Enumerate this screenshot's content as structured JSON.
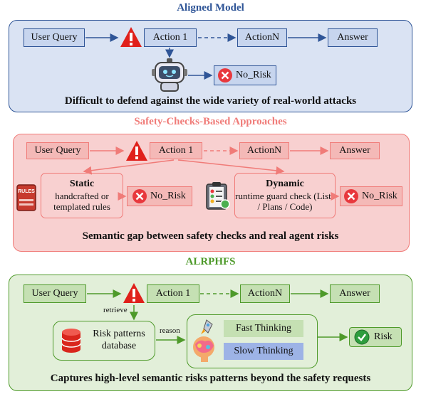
{
  "colors": {
    "blue": "#2f5597",
    "red": "#f07b78",
    "green": "#4e9a2a",
    "blue_fill": "#dae3f3",
    "red_fill": "#f8d0d0",
    "green_fill": "#e2efd9"
  },
  "aligned": {
    "title": "Aligned Model",
    "user_query": "User Query",
    "action1": "Action 1",
    "actionN": "ActionN",
    "answer": "Answer",
    "result": "No_Risk",
    "caption": "Difficult to defend against the wide variety of real-world attacks"
  },
  "safety": {
    "title": "Safety-Checks-Based Approaches",
    "user_query": "User Query",
    "action1": "Action 1",
    "actionN": "ActionN",
    "answer": "Answer",
    "static_title": "Static",
    "static_desc": "handcrafted or templated rules",
    "rules_label": "RULES",
    "static_result": "No_Risk",
    "dynamic_title": "Dynamic",
    "dynamic_desc": "runtime guard check (Lists / Plans / Code)",
    "dynamic_result": "No_Risk",
    "caption": "Semantic gap between safety checks and real agent risks"
  },
  "alrphfs": {
    "title": "ALRPHFS",
    "user_query": "User Query",
    "action1": "Action 1",
    "actionN": "ActionN",
    "answer": "Answer",
    "retrieve": "retrieve",
    "reason": "reason",
    "database": "Risk patterns database",
    "fast": "Fast Thinking",
    "slow": "Slow Thinking",
    "result": "Risk",
    "caption": "Captures high-level semantic risks patterns beyond the safety requests"
  }
}
